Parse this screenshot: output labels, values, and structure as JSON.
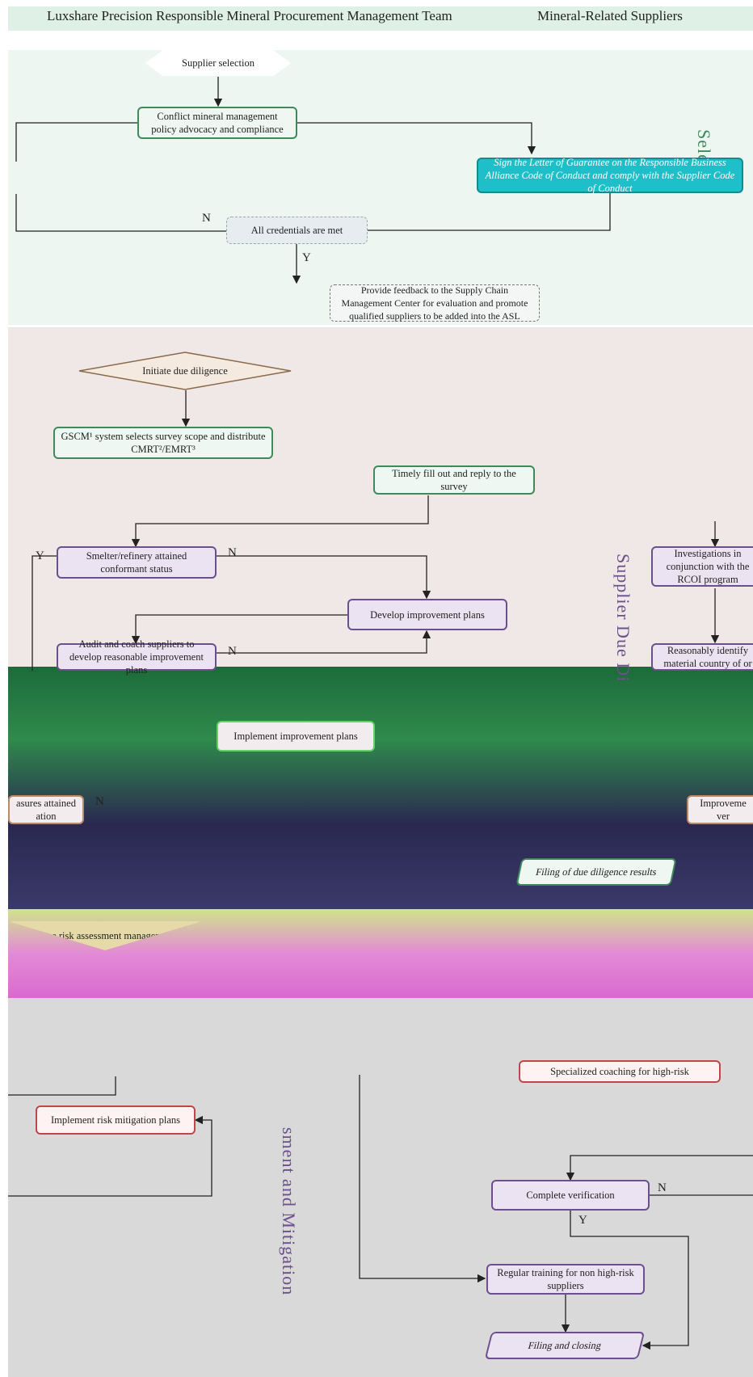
{
  "header": {
    "left_title": "Luxshare Precision Responsible Mineral Procurement Management Team",
    "right_title": "Mineral-Related Suppliers"
  },
  "sections": {
    "selection": "Sele",
    "due_diligence": "Supplier Due Di",
    "risk": "sment and Mitigation"
  },
  "nodes": {
    "supplier_selection": "Supplier selection",
    "policy": "Conflict mineral management policy advocacy and compliance",
    "sign_letter": "Sign the Letter of Guarantee on the Responsible Business Alliance Code of Conduct and comply with the Supplier Code of Conduct",
    "credentials": "All credentials are met",
    "feedback": "Provide feedback to the Supply Chain Management Center for evaluation and promote qualified suppliers to be added into the ASL",
    "initiate": "Initiate due diligence",
    "gscm": "GSCM¹ system selects survey scope and distribute CMRT²/EMRT³",
    "timely": "Timely fill out and reply to the survey",
    "smelter": "Smelter/refinery attained conformant status",
    "investigations": "Investigations in conjunction with the RCOI program",
    "develop": "Develop improvement plans",
    "audit": "Audit and coach suppliers to develop reasonable improvement plans",
    "reasonably": "Reasonably identify material country of or",
    "implement_improve": "Implement improvement plans",
    "measures": "asures attained ation",
    "improvement_ver": "Improveme ver",
    "filing_dd": "Filing of due diligence results",
    "risk_assess": "ourse risk assessment management",
    "specialized": "Specialized coaching for high-risk",
    "implement_risk": "Implement risk mitigation plans",
    "complete": "Complete verification",
    "regular": "Regular training for non high-risk suppliers",
    "filing_closing": "Filing and closing"
  },
  "labels": {
    "yes": "Y",
    "no": "N"
  }
}
